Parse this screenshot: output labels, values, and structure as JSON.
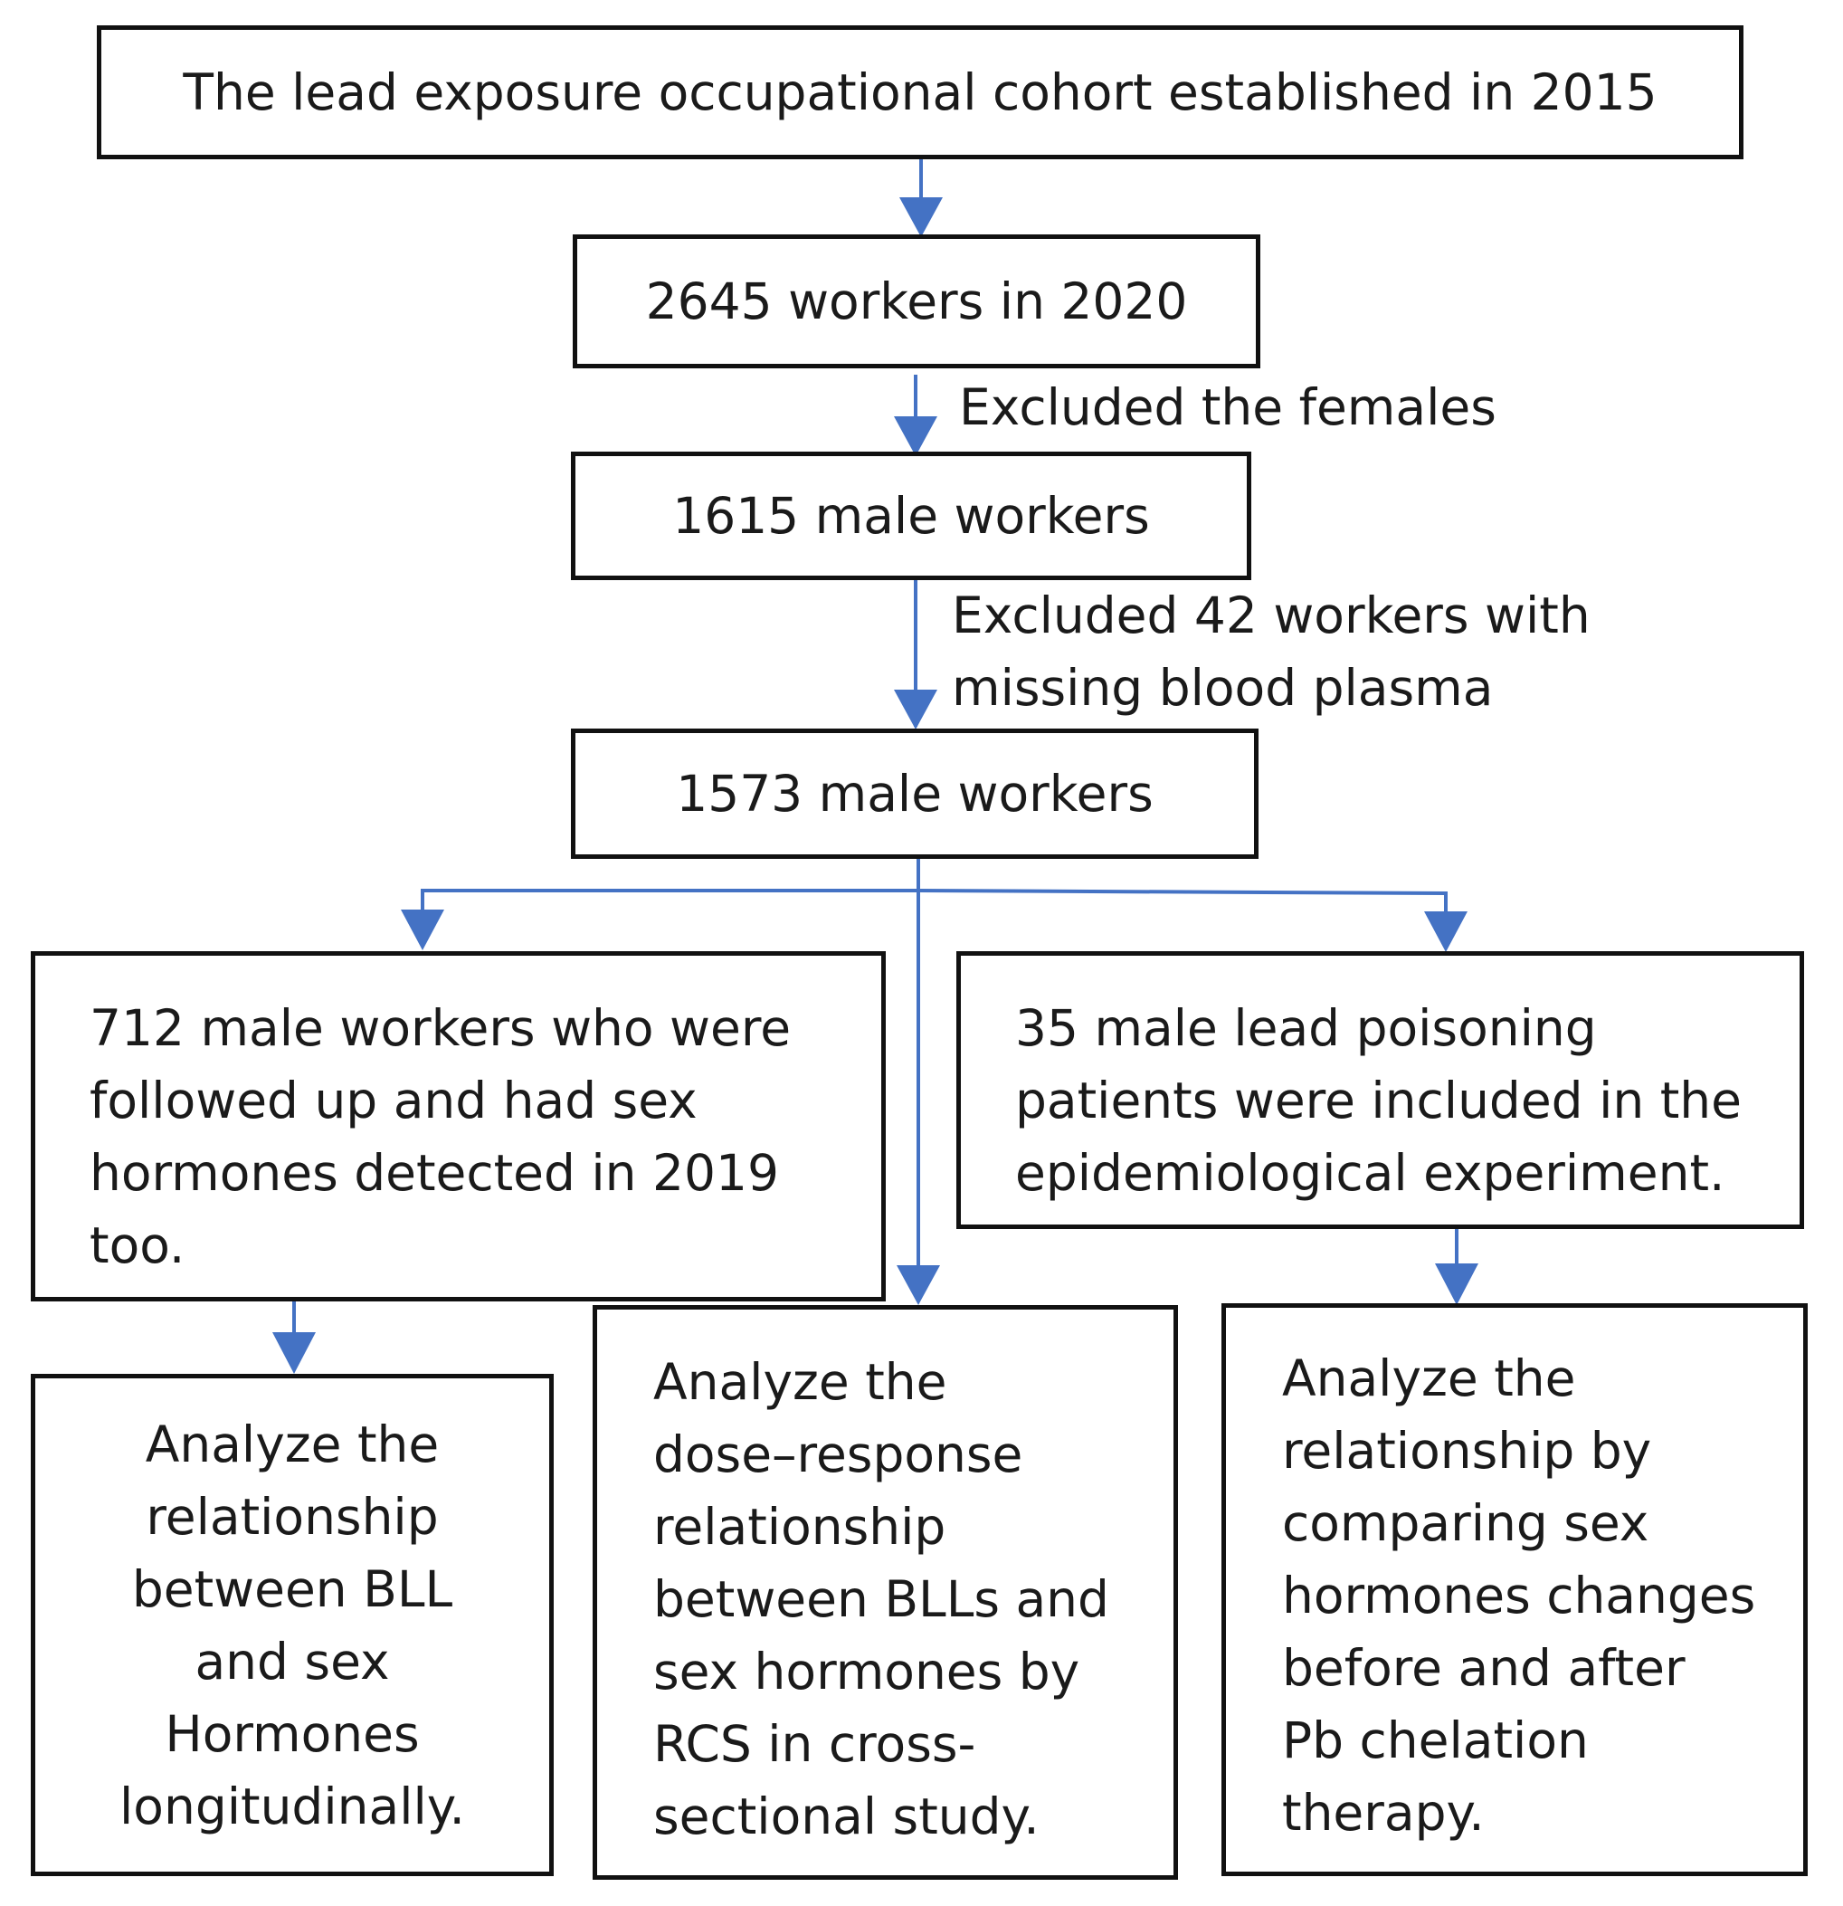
{
  "colors": {
    "arrow": "#4472C4",
    "box_border": "#111111",
    "text": "#1a1a1a"
  },
  "nodes": {
    "cohort": {
      "lines": [
        "The lead exposure occupational cohort established in 2015"
      ]
    },
    "workers_2020": {
      "lines": [
        "2645 workers in 2020"
      ]
    },
    "male_1615": {
      "lines": [
        "1615 male workers"
      ]
    },
    "male_1573": {
      "lines": [
        "1573 male workers"
      ]
    },
    "followed_712": {
      "lines": [
        "712 male workers who were",
        "followed up and had sex",
        "hormones detected in 2019",
        "too."
      ]
    },
    "poisoning_35": {
      "lines": [
        "35 male lead poisoning",
        "patients were included in the",
        "epidemiological experiment."
      ]
    },
    "longitudinal": {
      "lines": [
        "Analyze the",
        "relationship",
        "between BLL",
        "and sex",
        "Hormones",
        "longitudinally."
      ]
    },
    "cross_sectional": {
      "lines": [
        "Analyze the",
        "dose–response",
        "relationship",
        "between BLLs and",
        "sex hormones by",
        "RCS in cross-",
        "sectional study."
      ]
    },
    "chelation": {
      "lines": [
        "Analyze the",
        "relationship by",
        "comparing sex",
        "hormones changes",
        "before and after",
        "Pb chelation",
        "therapy."
      ]
    }
  },
  "edge_labels": {
    "exclude_females": {
      "lines": [
        "Excluded the females"
      ]
    },
    "exclude_missing": {
      "lines": [
        "Excluded 42 workers with",
        "missing blood plasma"
      ]
    }
  }
}
